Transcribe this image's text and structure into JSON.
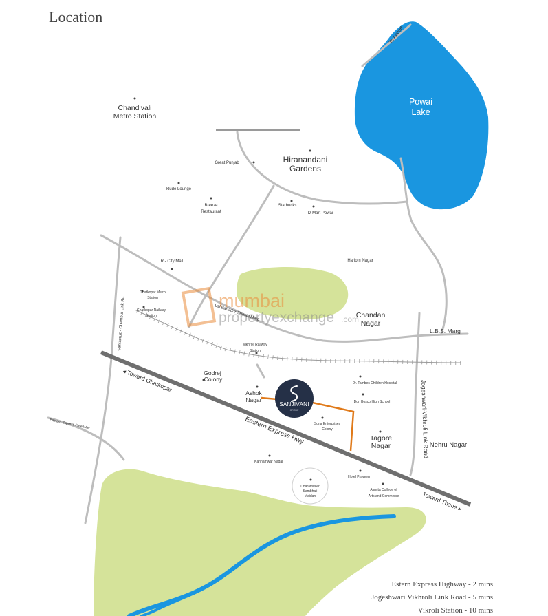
{
  "title": "Location",
  "colors": {
    "water": "#1a96e0",
    "green": "#d5e39a",
    "highway": "#6f6f6f",
    "roads": "#bdbdbd",
    "project_route": "#e07a1a",
    "project_badge": "#253047"
  },
  "water": {
    "lake_line1": "Powai",
    "lake_line2": "Lake"
  },
  "project": {
    "name": "SANJIVANI",
    "subtitle": "GROUP"
  },
  "roads": {
    "to_airport": "To Airport",
    "lal_bahadur_shastri_marg": "Lal Bahadur Shastri Marg",
    "lbs_marg": "L.B.S. Marg",
    "santacruz_chembur": "Santacruz - Chembur Link Rd.,",
    "toward_ghatkopar": "◂ Toward Ghatkopar",
    "eastern_express_hwy": "Eastern Express Hwy",
    "toward_thane": "Toward Thane ▸",
    "jvlr": "Jogeshwari-Vikhroli Link Road",
    "eastern_freeway": "Eastern Express Free Way"
  },
  "places": {
    "chandivali_1": "Chandivali",
    "chandivali_2": "Metro Station",
    "hiranandani_1": "Hiranandani",
    "hiranandani_2": "Gardens",
    "great_punjab": "Great Punjab",
    "rude_lounge": "Rude Lounge",
    "breeze_1": "Breeze",
    "breeze_2": "Restaurant",
    "starbucks": "Starbucks",
    "dmart": "D-Mart Powai",
    "hariom_nagar": "Hariom Nagar",
    "r_city_mall": "R - City Mall",
    "ghatkopar_metro_1": "Ghatkopar Metro",
    "ghatkopar_metro_2": "Station",
    "ghatkopar_railway_1": "Ghatkopar Railway",
    "ghatkopar_railway_2": "Station",
    "chandan_1": "Chandan",
    "chandan_2": "Nagar",
    "vikhroli_railway_1": "Vikhroli Railway",
    "vikhroli_railway_2": "Station",
    "godrej_1": "Godrej",
    "godrej_2": "Colony",
    "ashok_1": "Ashok",
    "ashok_2": "Nagar",
    "dr_tambes": "Dr. Tambes Children Hospital",
    "don_bosco": "Don Bosco High School",
    "sona_1": "Sona Enterprises",
    "sona_2": "Colony",
    "tagore_1": "Tagore",
    "tagore_2": "Nagar",
    "nehru_nagar": "Nehru Nagar",
    "kannamwar": "Kannamwar Nagar",
    "dharamveer_1": "Dharamveer",
    "dharamveer_2": "Sambhaji",
    "dharamveer_3": "Maidan",
    "hotel_praveen": "Hotel Praveen",
    "asmita_1": "Asmita College of",
    "asmita_2": "Arts and Commerce"
  },
  "watermark": {
    "word1": "mumbai",
    "word2": "propertyexchange",
    "suffix": ".com"
  },
  "distances": [
    "Estern Express Highway - 2 mins",
    "Jogeshwari Vikhroli Link Road - 5 mins",
    "Vikroli Station - 10 mins"
  ]
}
